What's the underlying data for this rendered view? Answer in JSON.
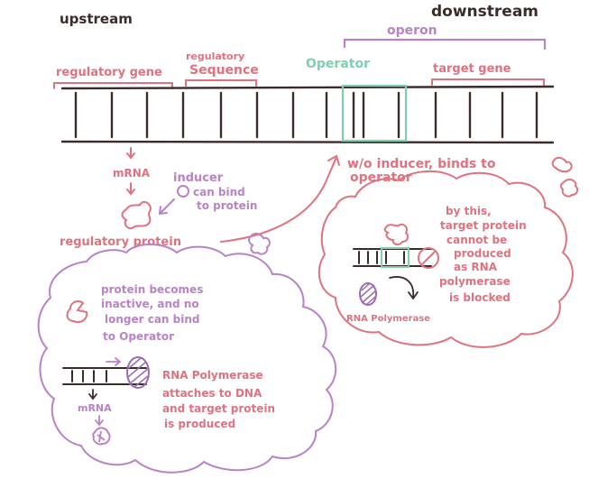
{
  "labels": {
    "upstream": "upstream",
    "downstream": "downstream",
    "operon": "operon",
    "regulatory_gene": "regulatory gene",
    "regulatory_sequence_line1": "regulatory",
    "regulatory_sequence_line2": "Sequence",
    "operator": "Operator",
    "target_gene": "target gene",
    "mrna": "mRNA",
    "inducer_line1": "inducer",
    "inducer_line2": "can bind",
    "inducer_line3": "to protein",
    "regulatory_protein": "regulatory protein",
    "without_inducer_line1": "w/o inducer, binds to",
    "without_inducer_line2": "operator"
  },
  "cloud_right": {
    "line1": "by this,",
    "line2": "target protein",
    "line3": "cannot be",
    "line4": "produced",
    "line5": "as RNA",
    "line6": "polymerase",
    "line7": "is blocked",
    "rna_polymerase": "RNA Polymerase"
  },
  "cloud_left": {
    "line1": "protein becomes",
    "line2": "inactive, and no",
    "line3": "longer can bind",
    "line4": "to Operator",
    "poly_line1": "RNA Polymerase",
    "poly_line2": "attaches to DNA",
    "poly_line3": "and target protein",
    "poly_line4": "is produced",
    "mrna": "mRNA"
  },
  "colors": {
    "dark": "#3b2b2b",
    "pink": "#e0727f",
    "purple": "#b982c7",
    "teal": "#7fcfae"
  }
}
